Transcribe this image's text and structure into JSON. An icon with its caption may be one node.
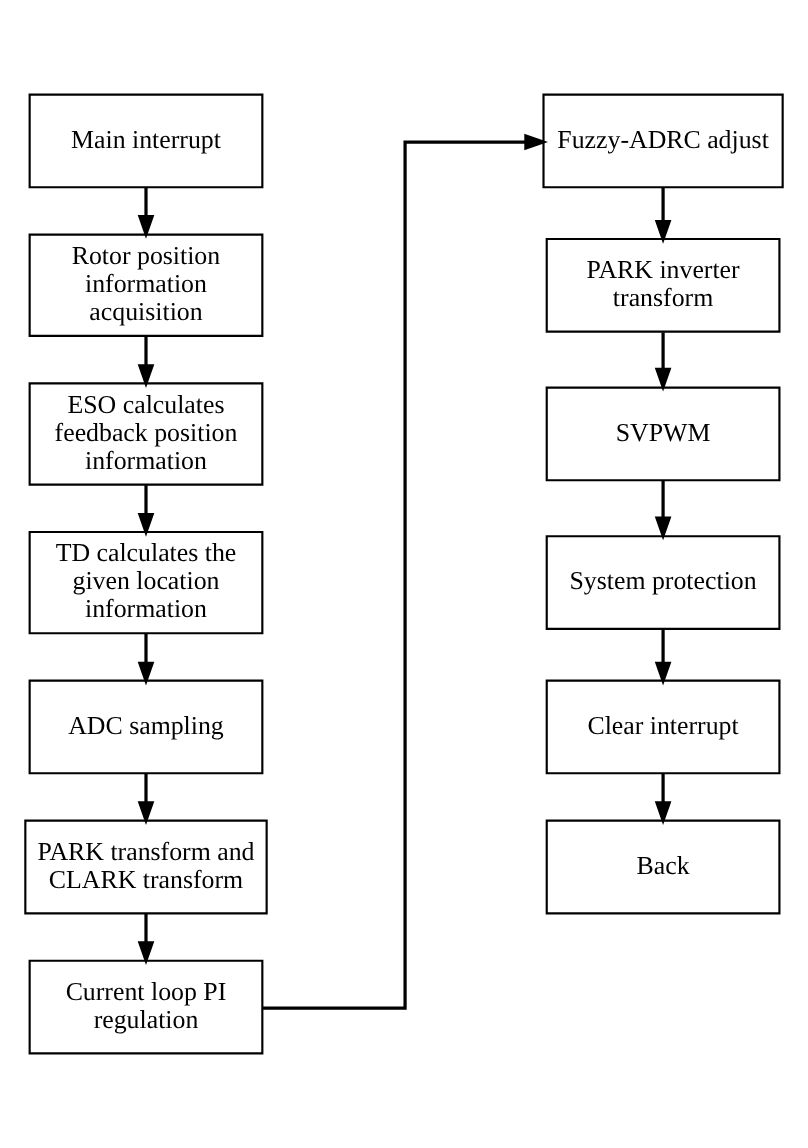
{
  "diagram": {
    "nodes": [
      {
        "text": [
          "Main interrupt"
        ]
      },
      {
        "text": [
          "Rotor position information acquisition"
        ]
      },
      {
        "text": [
          "ESO calculates feedback position information"
        ]
      },
      {
        "text": [
          "TD calculates the given location information"
        ]
      },
      {
        "text": [
          "ADC sampling"
        ]
      },
      {
        "text": [
          "PARK transform and CLARK transform"
        ]
      },
      {
        "text": [
          "Current loop PI regulation"
        ]
      },
      {
        "text": [
          "Fuzzy-ADRC adjust"
        ]
      },
      {
        "text": [
          "PARK inverter transform"
        ]
      },
      {
        "text": [
          "SVPWM"
        ]
      },
      {
        "text": [
          "System protection"
        ]
      },
      {
        "text": [
          "Clear interrupt"
        ]
      },
      {
        "text": [
          "Back"
        ]
      }
    ],
    "edges": [
      {
        "from": 0,
        "to": 1,
        "arrow": "to"
      },
      {
        "from": 1,
        "to": 2,
        "arrow": "to"
      },
      {
        "from": 2,
        "to": 3,
        "arrow": "to"
      },
      {
        "from": 3,
        "to": 4,
        "arrow": "to"
      },
      {
        "from": 4,
        "to": 5,
        "arrow": "to"
      },
      {
        "from": 5,
        "to": 6,
        "arrow": "to"
      },
      {
        "from": 6,
        "to": 7,
        "arrow": "to"
      },
      {
        "from": 7,
        "to": 8,
        "arrow": "to"
      },
      {
        "from": 8,
        "to": 9,
        "arrow": "to"
      },
      {
        "from": 9,
        "to": 10,
        "arrow": "to"
      },
      {
        "from": 10,
        "to": 11,
        "arrow": "to"
      },
      {
        "from": 11,
        "to": 12,
        "arrow": "to"
      }
    ]
  }
}
